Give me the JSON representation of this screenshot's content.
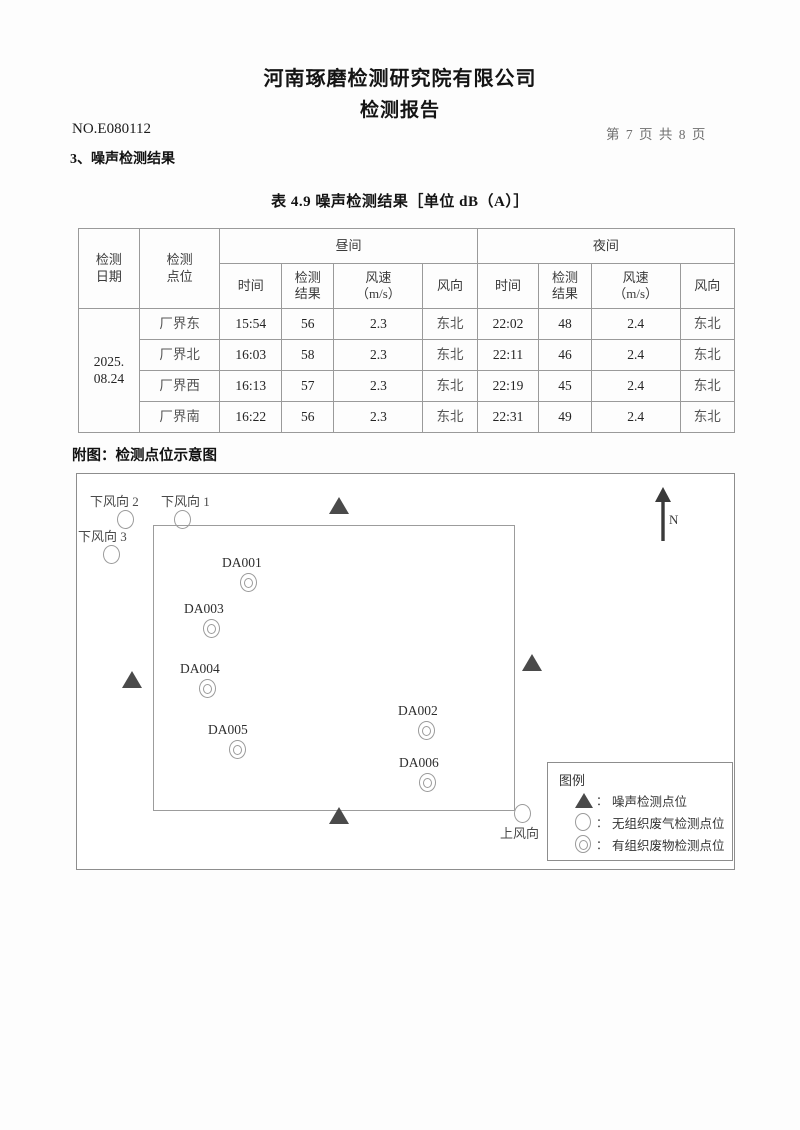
{
  "header": {
    "company": "河南琢磨检测研究院有限公司",
    "report_title": "检测报告",
    "report_no": "NO.E080112",
    "page_no": "第 7 页 共 8 页",
    "section_heading": "3、噪声检测结果"
  },
  "table": {
    "caption": "表 4.9  噪声检测结果［单位 dB（A）］",
    "headers": {
      "date": "检测\n日期",
      "date_l1": "检测",
      "date_l2": "日期",
      "site_l1": "检测",
      "site_l2": "点位",
      "day": "昼间",
      "night": "夜间",
      "time": "时间",
      "result_l1": "检测",
      "result_l2": "结果",
      "windspeed_l1": "风速",
      "windspeed_l2": "（m/s）",
      "winddir": "风向"
    },
    "date_value_l1": "2025.",
    "date_value_l2": "08.24",
    "rows": [
      {
        "site": "厂界东",
        "day_time": "15:54",
        "day_result": "56",
        "day_wind_speed": "2.3",
        "day_wind_dir": "东北",
        "night_time": "22:02",
        "night_result": "48",
        "night_wind_speed": "2.4",
        "night_wind_dir": "东北"
      },
      {
        "site": "厂界北",
        "day_time": "16:03",
        "day_result": "58",
        "day_wind_speed": "2.3",
        "day_wind_dir": "东北",
        "night_time": "22:11",
        "night_result": "46",
        "night_wind_speed": "2.4",
        "night_wind_dir": "东北"
      },
      {
        "site": "厂界西",
        "day_time": "16:13",
        "day_result": "57",
        "day_wind_speed": "2.3",
        "day_wind_dir": "东北",
        "night_time": "22:19",
        "night_result": "45",
        "night_wind_speed": "2.4",
        "night_wind_dir": "东北"
      },
      {
        "site": "厂界南",
        "day_time": "16:22",
        "day_result": "56",
        "day_wind_speed": "2.3",
        "day_wind_dir": "东北",
        "night_time": "22:31",
        "night_result": "49",
        "night_wind_speed": "2.4",
        "night_wind_dir": "东北"
      }
    ]
  },
  "figure": {
    "caption": "附图：检测点位示意图",
    "north_label": "N",
    "wind_points": [
      {
        "label": "下风向 2"
      },
      {
        "label": "下风向 1"
      },
      {
        "label": "下风向 3"
      },
      {
        "label": "上风向"
      }
    ],
    "sample_points": [
      {
        "label": "DA001"
      },
      {
        "label": "DA003"
      },
      {
        "label": "DA004"
      },
      {
        "label": "DA005"
      },
      {
        "label": "DA002"
      },
      {
        "label": "DA006"
      }
    ],
    "legend": {
      "title": "图例",
      "items": [
        {
          "symbol": "filled-triangle",
          "colon": "：",
          "text": "噪声检测点位"
        },
        {
          "symbol": "circle",
          "colon": "：",
          "text": "无组织废气检测点位"
        },
        {
          "symbol": "double-circle",
          "colon": "：",
          "text": "有组织废物检测点位"
        }
      ]
    }
  }
}
